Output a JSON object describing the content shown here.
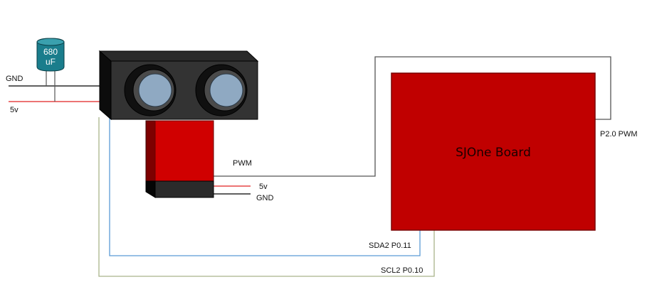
{
  "capacitor": {
    "value_line1": "680",
    "value_line2": "uF"
  },
  "left_wires": {
    "gnd_label": "GND",
    "vcc_label": "5v"
  },
  "sensor": {
    "pwm_label": "PWM",
    "vcc_label": "5v",
    "gnd_label": "GND"
  },
  "board": {
    "title": "SJOne Board",
    "pwm_pin_label": "P2.0 PWM",
    "sda_label": "SDA2 P0.11",
    "scl_label": "SCL2 P0.10"
  },
  "colors": {
    "board_red": "#c00000",
    "board_border": "#7a0000",
    "sensor_red": "#d00000",
    "sensor_dark": "#1c1c1c",
    "lens": "#8fa9c2",
    "capacitor": "#1a7d8c",
    "wire_black": "#000000",
    "wire_red": "#e02020",
    "wire_sda_blue": "#5b9bd5",
    "wire_scl_olive": "#a9b48a",
    "wire_gray": "#555555"
  }
}
